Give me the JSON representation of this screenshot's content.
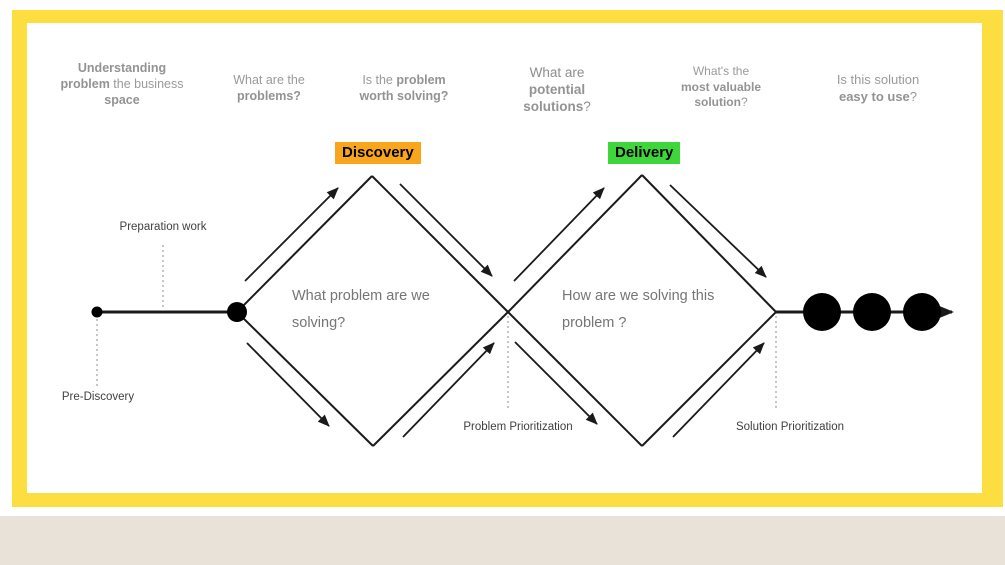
{
  "colors": {
    "frame_yellow": "#FCDE40",
    "footer_beige": "#E9E2D8",
    "discovery_orange": "#F9A61C",
    "delivery_green": "#3FD63C",
    "question_gray": "#9a9a9a",
    "line_black": "#1a1a1a"
  },
  "phase_badges": {
    "discovery": "Discovery",
    "delivery": "Delivery"
  },
  "top_questions": {
    "q1": {
      "line1_bold": "Understanding",
      "line2_bold": "problem",
      "line2_regular": " the business",
      "line3_bold": "space"
    },
    "q2": {
      "line1_regular": "What are the",
      "line2_bold": "problems?"
    },
    "q3": {
      "line1_regular": "Is the ",
      "line1_bold": "problem",
      "line2_bold": "worth solving?"
    },
    "q4": {
      "line1_regular": "What are",
      "line2_bold": "potential",
      "line3_bold": "solutions",
      "line3_regular": "?"
    },
    "q5": {
      "line1_regular": "What's the",
      "line2_bold": "most valuable",
      "line3_bold": "solution",
      "line3_regular": "?"
    },
    "q6": {
      "line1_regular": "Is this solution",
      "line2_bold": "easy to use",
      "line2_regular": "?"
    }
  },
  "diamond_questions": {
    "discovery": "What problem are we solving?",
    "delivery": "How are we solving this problem ?"
  },
  "milestones": {
    "pre_discovery": "Pre-Discovery",
    "preparation_work": "Preparation work",
    "problem_prioritization": "Problem Prioritization",
    "solution_prioritization": "Solution Prioritization"
  }
}
